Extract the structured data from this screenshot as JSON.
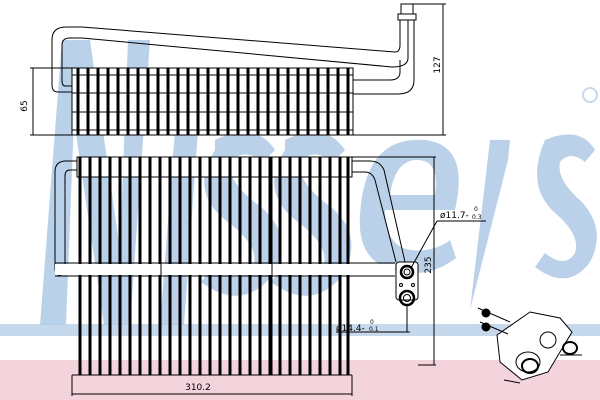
{
  "watermark": {
    "text": "Nissens",
    "color": "#a9c5e3",
    "registered_mark": "®"
  },
  "drawing": {
    "subject": "evaporator",
    "views": [
      "top-view",
      "front-view",
      "fitting-isometric"
    ],
    "line_color": "#000000",
    "background_bands": {
      "blue": "#c6d9ec",
      "pink": "#f3d3dc"
    }
  },
  "dimensions": {
    "depth": "65",
    "overall_height_top_view": "127",
    "height": "235",
    "width": "310.2",
    "inlet_diameter": "ø11.7",
    "inlet_tolerance_upper": "0",
    "inlet_tolerance_lower": "-0.3",
    "outlet_diameter": "ø14.4",
    "outlet_tolerance_upper": "0",
    "outlet_tolerance_lower": "-0.1"
  },
  "labels": {
    "depth": "65",
    "top_height": "127",
    "height": "235",
    "width": "310.2",
    "inlet": "ø11.7-",
    "inlet_tol_up": "0",
    "inlet_tol_down": "0.3",
    "outlet": "ø14.4-",
    "outlet_tol_up": "0",
    "outlet_tol_down": "0.1"
  }
}
